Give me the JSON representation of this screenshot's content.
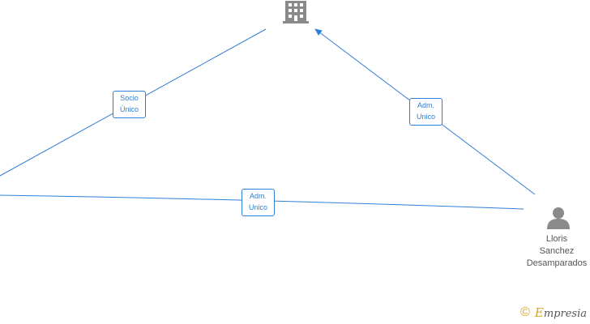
{
  "edges": [
    {
      "id": "socio",
      "line1": "Socio",
      "line2": "Único"
    },
    {
      "id": "adm-right",
      "line1": "Adm.",
      "line2": "Unico"
    },
    {
      "id": "adm-bottom",
      "line1": "Adm.",
      "line2": "Unico"
    }
  ],
  "person": {
    "name_line1": "Lloris",
    "name_line2": "Sanchez",
    "name_line3": "Desamparados"
  },
  "footer": {
    "copyright_symbol": "©",
    "brand_initial": "E",
    "brand_rest": "mpresia"
  },
  "colors": {
    "edge": "#2f7fd6",
    "node_icon": "#8a8a8a",
    "brand_accent": "#d9a51c"
  },
  "icons": {
    "company_node": "building-icon",
    "person_node": "person-icon"
  }
}
